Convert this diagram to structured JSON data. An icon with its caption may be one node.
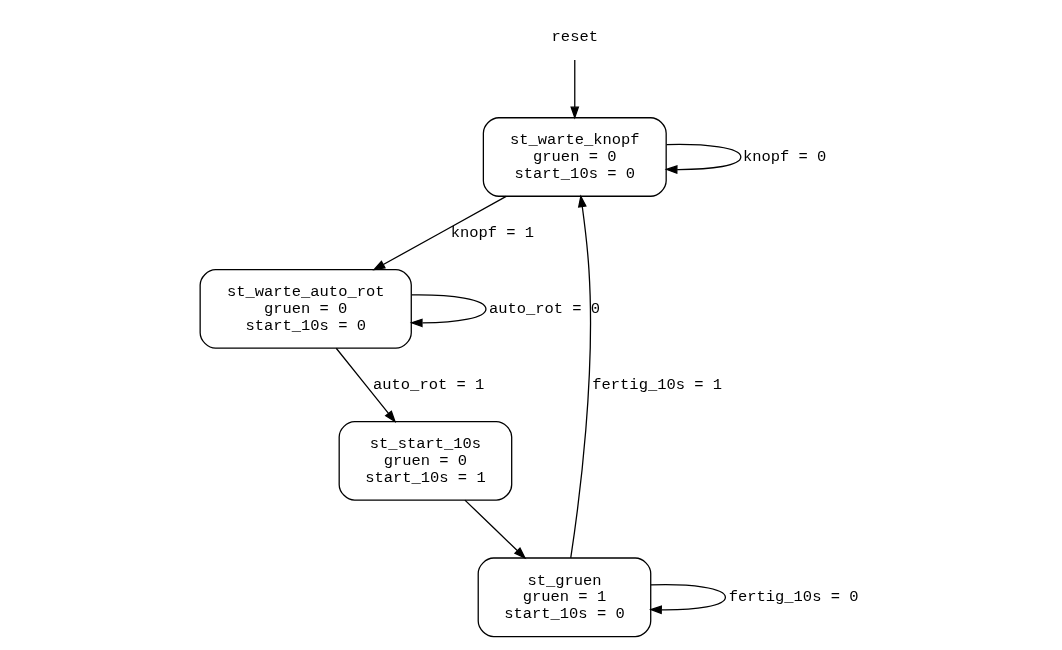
{
  "diagram": {
    "nodes": [
      {
        "text": [
          "reset"
        ]
      },
      {
        "text": [
          "st_warte_knopf",
          "gruen = 0",
          "start_10s = 0"
        ]
      },
      {
        "text": [
          "st_warte_auto_rot",
          "gruen = 0",
          "start_10s = 0"
        ]
      },
      {
        "text": [
          "st_start_10s",
          "gruen = 0",
          "start_10s = 1"
        ]
      },
      {
        "text": [
          "st_gruen",
          "gruen = 1",
          "start_10s = 0"
        ]
      }
    ],
    "edges": [
      {
        "from": 0,
        "to": 1,
        "arrow": "to"
      },
      {
        "from": 1,
        "to": 1,
        "arrow": "to",
        "label": "knopf = 0"
      },
      {
        "from": 1,
        "to": 2,
        "arrow": "to",
        "label": "knopf = 1"
      },
      {
        "from": 2,
        "to": 2,
        "arrow": "to",
        "label": "auto_rot = 0"
      },
      {
        "from": 2,
        "to": 3,
        "arrow": "to",
        "label": "auto_rot = 1"
      },
      {
        "from": 3,
        "to": 4,
        "arrow": "to"
      },
      {
        "from": 4,
        "to": 4,
        "arrow": "to",
        "label": "fertig_10s = 0"
      },
      {
        "from": 4,
        "to": 1,
        "arrow": "to",
        "label": "fertig_10s = 1"
      }
    ]
  }
}
